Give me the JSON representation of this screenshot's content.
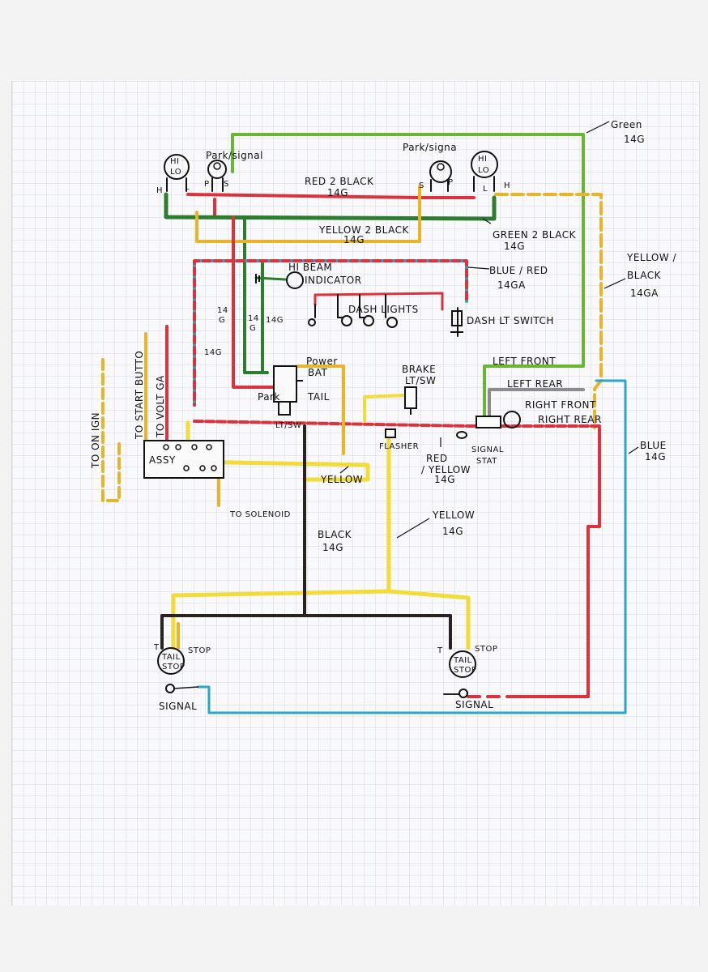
{
  "labels": {
    "hilo_left": [
      "HI",
      "LO"
    ],
    "hilo_right": [
      "HI",
      "LO"
    ],
    "park_signal_left": "Park/signal",
    "park_signal_right": "Park/signa",
    "h_left": "H",
    "l_left": "L",
    "p_left": "P",
    "s_left": "S",
    "s_right": "S",
    "p_right": "P",
    "l_right": "L",
    "h_right": "H",
    "green_14g": [
      "Green",
      "14G"
    ],
    "red_black": [
      "RED 2 BLACK",
      "14G"
    ],
    "yellow_black_top": [
      "YELLOW 2 BLACK",
      "14G"
    ],
    "green_black": [
      "GREEN 2 BLACK",
      "14G"
    ],
    "yellow_black_right": [
      "YELLOW /",
      "BLACK",
      "14GA"
    ],
    "blue_red": [
      "BLUE / RED",
      "14GA"
    ],
    "hi_beam": [
      "HI BEAM",
      "INDICATOR"
    ],
    "dash_lights": "DASH LIGHTS",
    "dash_lt_switch": "DASH LT SWITCH",
    "to_start_button": "TO START BUTTO",
    "to_volt_ga": "TO VOLT GA",
    "to_on_ign": "TO ON IGN",
    "g14_a": [
      "14",
      "G"
    ],
    "g14_b": [
      "14",
      "G"
    ],
    "g14_c": "14G",
    "g14_d": "14G",
    "power_bat": [
      "Power",
      "BAT"
    ],
    "park": "Park",
    "tail": "TAIL",
    "lt_sw": "LT/SW",
    "brake_lt_sw": [
      "BRAKE",
      "LT/SW"
    ],
    "left_front": "LEFT FRONT",
    "left_rear": "LEFT REAR",
    "right_front": "RIGHT FRONT",
    "right_rear": "RIGHT REAR",
    "blue_14g": [
      "BLUE",
      "14G"
    ],
    "assy": "ASSY",
    "flasher": "FLASHER",
    "red_yellow": [
      "RED",
      "/ YELLOW",
      "14G"
    ],
    "signal_stat": [
      "SIGNAL",
      "STAT"
    ],
    "yellow_mid": "YELLOW",
    "to_solenoid": "TO SOLENOID",
    "yellow_14g": [
      "YELLOW",
      "14G"
    ],
    "black_14g": [
      "BLACK",
      "14G"
    ],
    "t_left": "T",
    "stop_left": "STOP",
    "tail_stop_left": [
      "TAIL",
      "STOP"
    ],
    "signal_left": "SIGNAL",
    "t_right": "T",
    "stop_right": "STOP",
    "tail_stop_right": [
      "TAIL",
      "STOP"
    ],
    "signal_right": "SIGNAL"
  },
  "colors": {
    "green": "#6ab533",
    "dark_green": "#2d7d30",
    "red": "#d9343e",
    "yellow": "#e8b42a",
    "bright_yellow": "#f2dc3a",
    "blue": "#2aa6c7",
    "black": "#2a2222",
    "gray": "#8c8c8c",
    "ink": "#111111"
  }
}
